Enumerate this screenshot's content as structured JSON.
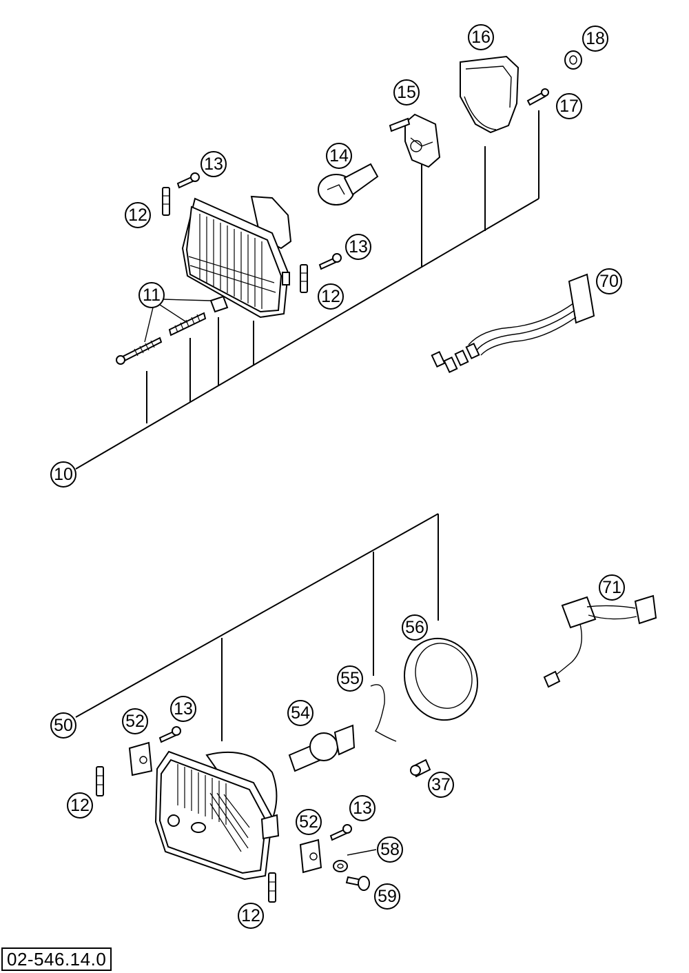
{
  "drawing_code": "02-546.14.0",
  "callouts": {
    "c10": "10",
    "c11": "11",
    "c12a": "12",
    "c12b": "12",
    "c12c": "12",
    "c12d": "12",
    "c13a": "13",
    "c13b": "13",
    "c13c": "13",
    "c13d": "13",
    "c14": "14",
    "c15": "15",
    "c16": "16",
    "c17": "17",
    "c18": "18",
    "c70": "70",
    "c50": "50",
    "c52a": "52",
    "c52b": "52",
    "c54": "54",
    "c55": "55",
    "c56": "56",
    "c37": "37",
    "c58": "58",
    "c59": "59",
    "c71": "71"
  }
}
